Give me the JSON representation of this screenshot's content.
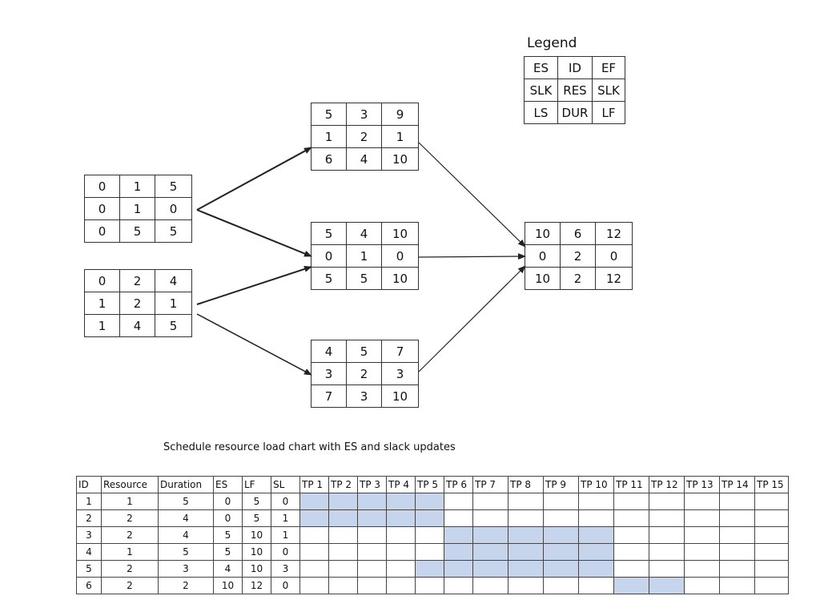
{
  "legend": {
    "title": "Legend",
    "rows": [
      [
        "ES",
        "ID",
        "EF"
      ],
      [
        "SLK",
        "RES",
        "SLK"
      ],
      [
        "LS",
        "DUR",
        "LF"
      ]
    ]
  },
  "nodes": [
    {
      "id": "node-1",
      "rows": [
        [
          "0",
          "1",
          "5"
        ],
        [
          "0",
          "1",
          "0"
        ],
        [
          "0",
          "5",
          "5"
        ]
      ]
    },
    {
      "id": "node-2",
      "rows": [
        [
          "0",
          "2",
          "4"
        ],
        [
          "1",
          "2",
          "1"
        ],
        [
          "1",
          "4",
          "5"
        ]
      ]
    },
    {
      "id": "node-3",
      "rows": [
        [
          "5",
          "3",
          "9"
        ],
        [
          "1",
          "2",
          "1"
        ],
        [
          "6",
          "4",
          "10"
        ]
      ]
    },
    {
      "id": "node-4",
      "rows": [
        [
          "5",
          "4",
          "10"
        ],
        [
          "0",
          "1",
          "0"
        ],
        [
          "5",
          "5",
          "10"
        ]
      ]
    },
    {
      "id": "node-5",
      "rows": [
        [
          "4",
          "5",
          "7"
        ],
        [
          "3",
          "2",
          "3"
        ],
        [
          "7",
          "3",
          "10"
        ]
      ]
    },
    {
      "id": "node-6",
      "rows": [
        [
          "10",
          "6",
          "12"
        ],
        [
          "0",
          "2",
          "0"
        ],
        [
          "10",
          "2",
          "12"
        ]
      ]
    }
  ],
  "edges": [
    {
      "from": "node-1",
      "to": "node-3"
    },
    {
      "from": "node-1",
      "to": "node-4"
    },
    {
      "from": "node-2",
      "to": "node-4"
    },
    {
      "from": "node-2",
      "to": "node-5"
    },
    {
      "from": "node-3",
      "to": "node-6"
    },
    {
      "from": "node-4",
      "to": "node-6"
    },
    {
      "from": "node-5",
      "to": "node-6"
    }
  ],
  "resource_chart": {
    "title": "Schedule resource load chart with ES and slack updates",
    "headers": [
      "ID",
      "Resource",
      "Duration",
      "ES",
      "LF",
      "SL"
    ],
    "periods": [
      "TP 1",
      "TP 2",
      "TP 3",
      "TP 4",
      "TP 5",
      "TP 6",
      "TP 7",
      "TP 8",
      "TP 9",
      "TP 10",
      "TP 11",
      "TP 12",
      "TP 13",
      "TP 14",
      "TP 15"
    ],
    "fill_color": "#c6d5ec",
    "rows": [
      {
        "cells": [
          "1",
          "1",
          "5",
          "0",
          "5",
          "0"
        ],
        "filled_periods": [
          1,
          2,
          3,
          4,
          5
        ]
      },
      {
        "cells": [
          "2",
          "2",
          "4",
          "0",
          "5",
          "1"
        ],
        "filled_periods": [
          1,
          2,
          3,
          4,
          5
        ]
      },
      {
        "cells": [
          "3",
          "2",
          "4",
          "5",
          "10",
          "1"
        ],
        "filled_periods": [
          6,
          7,
          8,
          9,
          10
        ]
      },
      {
        "cells": [
          "4",
          "1",
          "5",
          "5",
          "10",
          "0"
        ],
        "filled_periods": [
          6,
          7,
          8,
          9,
          10
        ]
      },
      {
        "cells": [
          "5",
          "2",
          "3",
          "4",
          "10",
          "3"
        ],
        "filled_periods": [
          5,
          6,
          7,
          8,
          9,
          10
        ]
      },
      {
        "cells": [
          "6",
          "2",
          "2",
          "10",
          "12",
          "0"
        ],
        "filled_periods": [
          11,
          12
        ]
      }
    ]
  }
}
